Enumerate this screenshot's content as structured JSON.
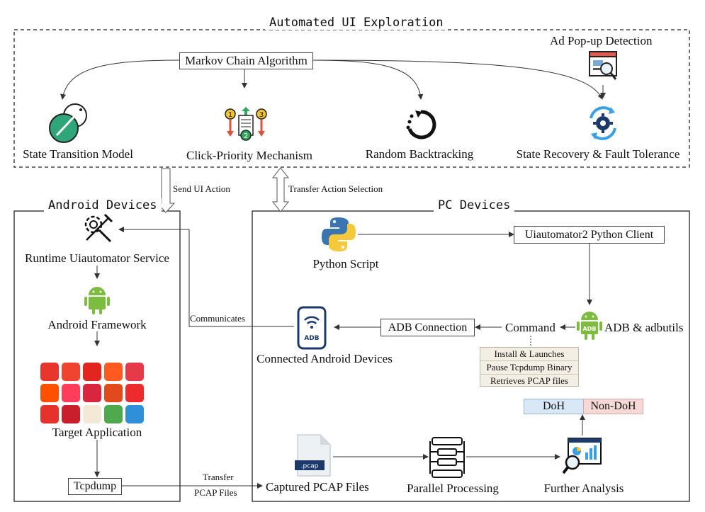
{
  "sections": {
    "top_title": "Automated UI Exploration",
    "android_title": "Android Devices",
    "pc_title": "PC Devices"
  },
  "top": {
    "markov": "Markov Chain Algorithm",
    "ad_popup": "Ad Pop-up Detection",
    "state_transition": "State Transition Model",
    "click_priority": "Click-Priority Mechanism",
    "random_backtracking": "Random Backtracking",
    "state_recovery": "State Recovery & Fault Tolerance"
  },
  "links": {
    "send_ui_action": "Send UI Action",
    "transfer_action": "Transfer Action Selection",
    "communicates": "Communicates",
    "transfer": "Transfer",
    "pcap_files": "PCAP Files"
  },
  "android": {
    "runtime": "Runtime Uiautomator Service",
    "framework": "Android Framework",
    "target_app": "Target Application",
    "tcpdump": "Tcpdump",
    "apps": [
      "",
      "",
      "",
      "",
      "",
      "",
      "",
      "",
      "",
      "",
      "",
      "",
      "",
      "",
      ""
    ]
  },
  "pc": {
    "python_script": "Python Script",
    "u2_client": "Uiautomator2 Python Client",
    "adb_tools": "ADB & adbutils",
    "command": "Command",
    "adb_connection": "ADB Connection",
    "connected_devices": "Connected Android Devices",
    "adb_icon_text": "ADB",
    "commands": [
      "Install & Launches",
      "Pause Tcpdump Binary",
      "Retrieves PCAP files"
    ],
    "captured": "Captured PCAP Files",
    "pcap_icon_text": ".pcap",
    "parallel": "Parallel Processing",
    "further": "Further Analysis",
    "doh": "DoH",
    "non_doh": "Non-DoH"
  },
  "colors": {
    "green": "#7cbd3f",
    "blue": "#2f8fd8",
    "doh_bg": "#d8e8f7",
    "non_doh_bg": "#f6d9d7",
    "navy": "#1b3a6b"
  }
}
